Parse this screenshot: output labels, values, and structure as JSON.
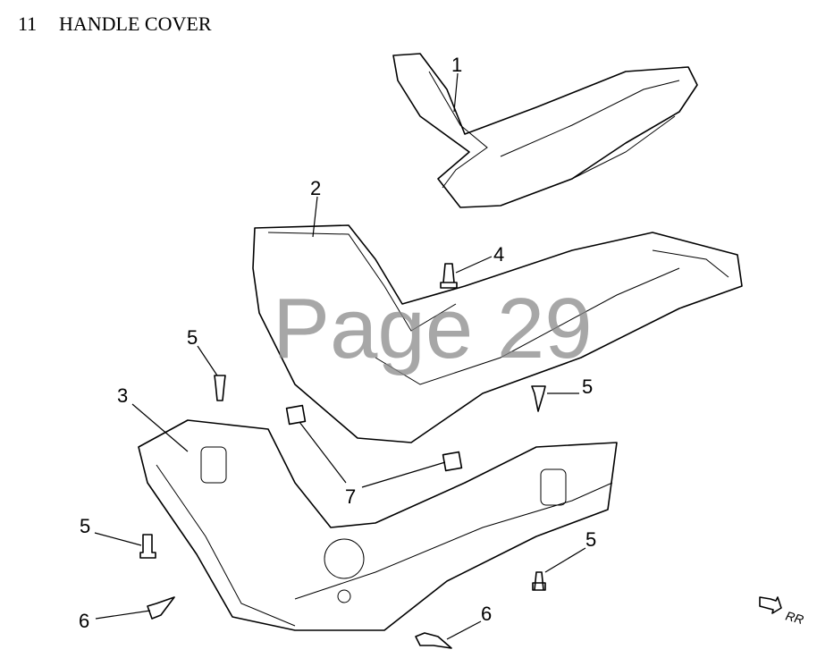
{
  "header": {
    "section_number": "11",
    "title": "HANDLE COVER"
  },
  "watermark": "Page 29",
  "callouts": [
    {
      "id": "callout-1",
      "label": "1"
    },
    {
      "id": "callout-2",
      "label": "2"
    },
    {
      "id": "callout-3",
      "label": "3"
    },
    {
      "id": "callout-4",
      "label": "4"
    },
    {
      "id": "callout-5a",
      "label": "5"
    },
    {
      "id": "callout-5b",
      "label": "5"
    },
    {
      "id": "callout-5c",
      "label": "5"
    },
    {
      "id": "callout-5d",
      "label": "5"
    },
    {
      "id": "callout-6a",
      "label": "6"
    },
    {
      "id": "callout-6b",
      "label": "6"
    },
    {
      "id": "callout-7",
      "label": "7"
    }
  ],
  "direction_marker": {
    "label": "RR",
    "icon": "arrow-icon"
  }
}
